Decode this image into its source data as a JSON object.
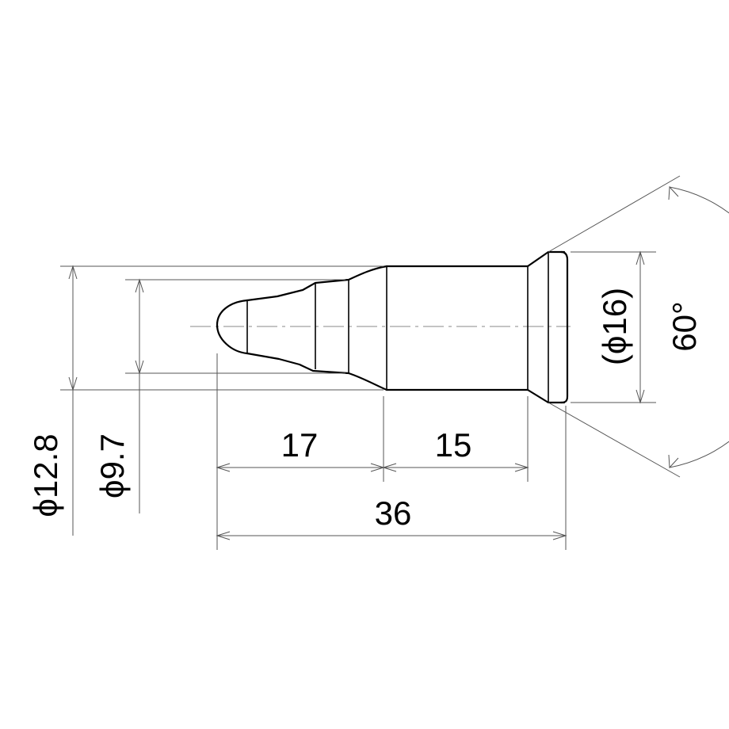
{
  "drawing": {
    "labels": {
      "dia_12_8": "ϕ12.8",
      "dia_9_7": "ϕ9.7",
      "len_17": "17",
      "len_15": "15",
      "len_36": "36",
      "dia_16": "(ϕ16)",
      "angle_60": "60°"
    }
  }
}
